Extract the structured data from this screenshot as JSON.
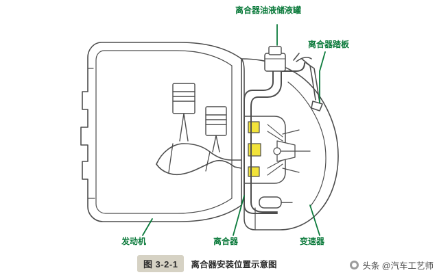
{
  "figure": {
    "number": "图 3-2-1",
    "title": "离合器安装位置示意图"
  },
  "labels": {
    "reservoir": "离合器油液储液罐",
    "pedal": "离合器踏板",
    "engine": "发动机",
    "clutch": "离合器",
    "transmission": "变速器"
  },
  "watermark": {
    "text": "头条 @汽车工艺师"
  },
  "colors": {
    "label_green": "#0b7a3b",
    "outline": "#4d4d4d",
    "highlight_yellow": "#f2e33a",
    "caption_pill": "#d6d2c4",
    "caption_text": "#2b2b2b"
  },
  "icons": {
    "pointer": "leader-line"
  }
}
